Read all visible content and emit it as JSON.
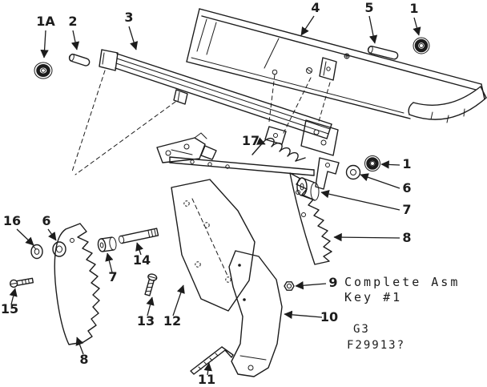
{
  "figure": {
    "paper_color": "#ffffff",
    "ink_color": "#1c1c1c",
    "notes": {
      "complete_asm": "Complete Asm",
      "key": "Key #1",
      "code_line1": "G3",
      "code_line2": "F29913?"
    }
  },
  "callouts": [
    {
      "label": "1A"
    },
    {
      "label": "2"
    },
    {
      "label": "3"
    },
    {
      "label": "4"
    },
    {
      "label": "5"
    },
    {
      "label": "1"
    },
    {
      "label": "17"
    },
    {
      "label": "1"
    },
    {
      "label": "6"
    },
    {
      "label": "7"
    },
    {
      "label": "8"
    },
    {
      "label": "16"
    },
    {
      "label": "6"
    },
    {
      "label": "7"
    },
    {
      "label": "14"
    },
    {
      "label": "15"
    },
    {
      "label": "13"
    },
    {
      "label": "12"
    },
    {
      "label": "8"
    },
    {
      "label": "11"
    },
    {
      "label": "9"
    },
    {
      "label": "10"
    }
  ]
}
